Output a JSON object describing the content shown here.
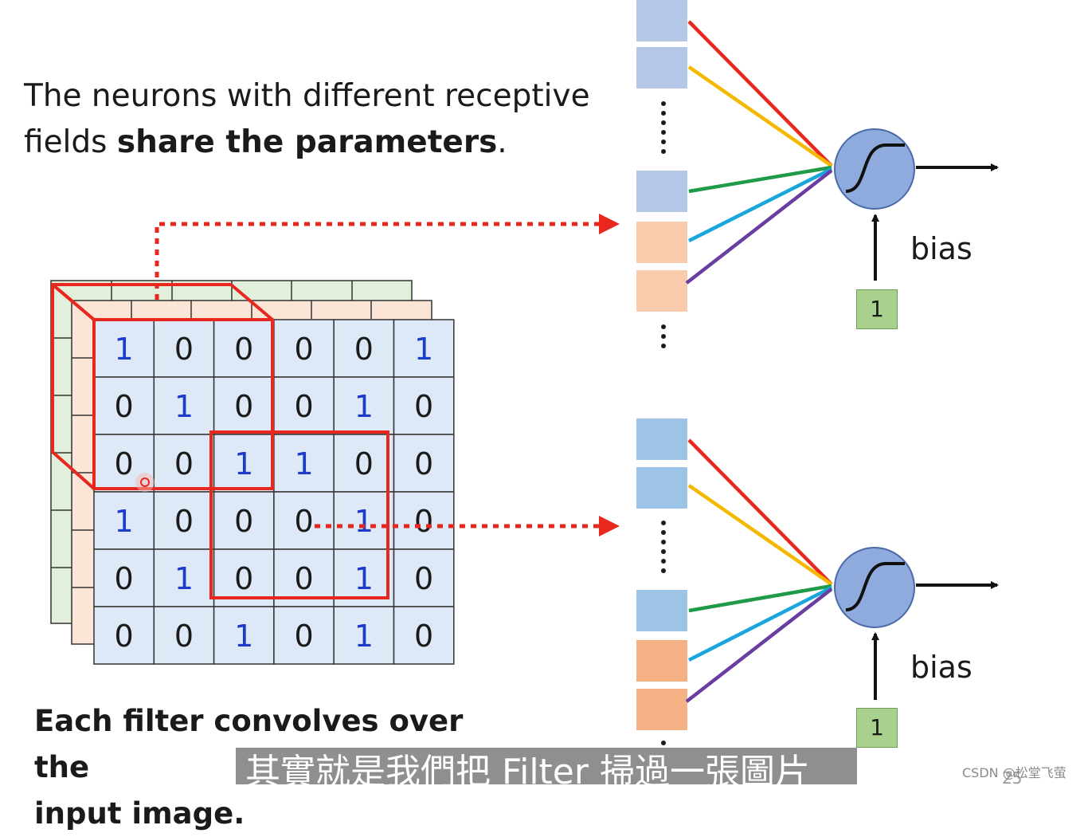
{
  "top_text": {
    "line1": "The neurons with different receptive",
    "line2_prefix": "fields ",
    "line2_bold": "share the parameters",
    "line2_suffix": "."
  },
  "bottom_text": {
    "line1": "Each filter convolves over the",
    "line2": "input image."
  },
  "subtitle": "其實就是我們把 Filter 掃過一張圖片",
  "watermark": "CSDN @松堂飞萤",
  "page_number": "25",
  "neuron_top": {
    "bias_label": "bias",
    "bias_input": "1"
  },
  "neuron_bottom": {
    "bias_label": "bias",
    "bias_input": "1"
  },
  "image_grid": [
    [
      "1",
      "0",
      "0",
      "0",
      "0",
      "1"
    ],
    [
      "0",
      "1",
      "0",
      "0",
      "1",
      "0"
    ],
    [
      "0",
      "0",
      "1",
      "1",
      "0",
      "0"
    ],
    [
      "1",
      "0",
      "0",
      "0",
      "1",
      "0"
    ],
    [
      "0",
      "1",
      "0",
      "0",
      "1",
      "0"
    ],
    [
      "0",
      "0",
      "1",
      "0",
      "1",
      "0"
    ]
  ],
  "colors": {
    "grid_fill": "#dde9f6",
    "grid_line": "#333333",
    "one_digit": "#1a3cc8",
    "zero_digit": "#1a1a1a",
    "channel_green": "#e2efda",
    "channel_peach": "#fbe5d6",
    "highlight_red": "#e8281e",
    "input_blue_light": "#b4c7e7",
    "input_blue": "#9dc3e6",
    "input_peach_light": "#f8cbad",
    "input_peach": "#f4b183",
    "neuron_fill": "#8faadc",
    "bias_green": "#a9d18e",
    "weight_colors": [
      "#e8281e",
      "#f5b800",
      "#1f9a48",
      "#19a6dc",
      "#6a3ea1"
    ]
  }
}
